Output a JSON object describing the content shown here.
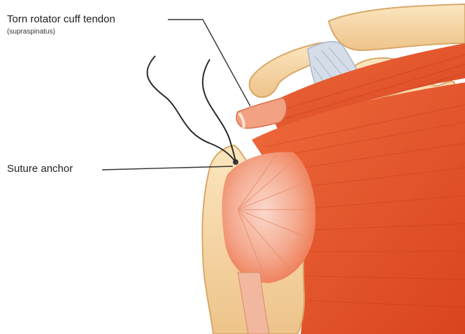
{
  "labels": {
    "torn_tendon": "Torn rotator cuff tendon",
    "torn_tendon_sub": "(supraspinatus)",
    "suture_anchor": "Suture anchor"
  },
  "colors": {
    "muscle": "#e2502a",
    "muscle_light": "#f08a5c",
    "bone": "#f7d9a3",
    "bone_shadow": "#e3b574",
    "ligament": "#cfd8e6",
    "tendon_torn": "#f2a183",
    "leader_line": "#333333"
  }
}
